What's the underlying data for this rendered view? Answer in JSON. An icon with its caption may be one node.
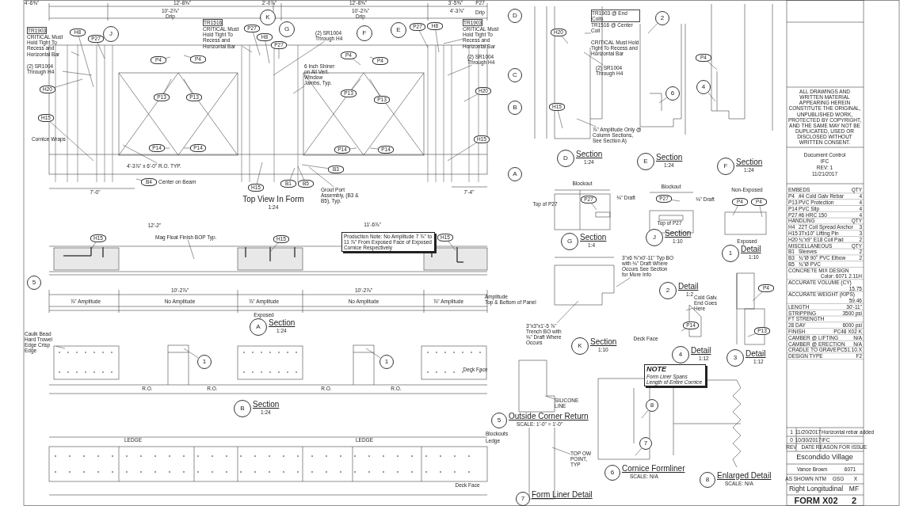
{
  "diagram": {
    "nodes": [
      {
        "text": [
          "J"
        ]
      },
      {
        "text": [
          "K"
        ]
      },
      {
        "text": [
          "G"
        ]
      },
      {
        "text": [
          "F"
        ]
      },
      {
        "text": [
          "E"
        ]
      },
      {
        "text": [
          "D"
        ]
      },
      {
        "text": [
          "C"
        ]
      },
      {
        "text": [
          "B"
        ]
      },
      {
        "text": [
          "A"
        ]
      },
      {
        "text": [
          "H8"
        ]
      },
      {
        "text": [
          "P27"
        ]
      },
      {
        "text": [
          "H20"
        ]
      },
      {
        "text": [
          "H15"
        ]
      },
      {
        "text": [
          "P4"
        ]
      },
      {
        "text": [
          "P4"
        ]
      },
      {
        "text": [
          "P13"
        ]
      },
      {
        "text": [
          "P13"
        ]
      },
      {
        "text": [
          "P14"
        ]
      },
      {
        "text": [
          "P14"
        ]
      },
      {
        "text": [
          "B4"
        ],
        "beside": [
          "Center on Beam"
        ]
      },
      {
        "text": [
          "P27"
        ]
      },
      {
        "text": [
          "H8"
        ]
      },
      {
        "text": [
          "P27"
        ]
      },
      {
        "text": [
          "H15"
        ]
      },
      {
        "text": [
          "B1"
        ]
      },
      {
        "text": [
          "B5"
        ]
      },
      {
        "text": [
          "B3"
        ]
      },
      {
        "text": [
          "P4"
        ]
      },
      {
        "text": [
          "P4"
        ]
      },
      {
        "text": [
          "P13"
        ]
      },
      {
        "text": [
          "P13"
        ]
      },
      {
        "text": [
          "P14"
        ]
      },
      {
        "text": [
          "P14"
        ]
      },
      {
        "text": [
          "P27"
        ]
      },
      {
        "text": [
          "H8"
        ]
      },
      {
        "text": [
          "H20"
        ]
      },
      {
        "text": [
          "H15"
        ]
      },
      {
        "text": [
          "TR1903",
          "CRITICAL Must Hold Tight To Recess and Horizontal Bar"
        ]
      },
      {
        "text": [
          "(2) SR1004 Through H4"
        ]
      },
      {
        "text": [
          "TR1516",
          "CRITICAL Must Hold Tight To Recess and Horizontal Bar"
        ]
      },
      {
        "text": [
          "(2) SR1004 Through H4"
        ]
      },
      {
        "text": [
          "6 Inch Shiner on All Vert. Window Jambs, Typ."
        ]
      },
      {
        "text": [
          "TR1903",
          "CRITICAL Must Hold Tight To Recess and Horizontal Bar"
        ]
      },
      {
        "text": [
          "(2) SR1004 Through H4"
        ]
      },
      {
        "text": [
          "4'-3⅞\" x 6'-0\" R.O. TYP."
        ]
      },
      {
        "text": [
          "Grout Port Assembly, (B3 & B5), Typ."
        ]
      },
      {
        "text": [
          "H15"
        ]
      },
      {
        "text": [
          "H15"
        ]
      },
      {
        "text": [
          "H15"
        ]
      },
      {
        "text": [
          "Production Note: No Amplitude 7 ⅞\" to 11 ⅞\" From Exposed Face of Exposed Cornice Respectively"
        ]
      },
      {
        "text": [
          "Mag Float Finish BOP Typ."
        ]
      },
      {
        "text": [
          "5"
        ]
      },
      {
        "text": [
          "A"
        ],
        "beside": [
          "Section",
          "1:24"
        ]
      },
      {
        "text": [
          "Caulk Bead Hard Trowel Edge Crisp Edge"
        ]
      },
      {
        "text": [
          "1"
        ]
      },
      {
        "text": [
          "1"
        ]
      },
      {
        "text": [
          "B"
        ],
        "beside": [
          "Section",
          "1:24"
        ]
      },
      {
        "text": [
          "H20"
        ]
      },
      {
        "text": [
          "TR1903 @ End Coils",
          "TR1516 @ Center Coil",
          "CRITICAL Must Hold Tight To Recess and Horizontal Bar"
        ]
      },
      {
        "text": [
          "(2) SR1004 Through H4"
        ]
      },
      {
        "text": [
          "H15"
        ]
      },
      {
        "text": [
          "⅞\" Amplitude Only @ Column Sections, See Section A)"
        ]
      },
      {
        "text": [
          "D"
        ],
        "beside": [
          "Section",
          "1:24"
        ]
      },
      {
        "text": [
          "2"
        ]
      },
      {
        "text": [
          "6"
        ]
      },
      {
        "text": [
          "E"
        ],
        "beside": [
          "Section",
          "1:24"
        ]
      },
      {
        "text": [
          "P4"
        ]
      },
      {
        "text": [
          "4"
        ]
      },
      {
        "text": [
          "F"
        ],
        "beside": [
          "Section",
          "1:24"
        ]
      },
      {
        "text": [
          "P27"
        ]
      },
      {
        "text": [
          "G"
        ],
        "beside": [
          "Section",
          "1:4"
        ]
      },
      {
        "text": [
          "P27"
        ]
      },
      {
        "text": [
          "J"
        ],
        "beside": [
          "Section",
          "1:10"
        ]
      },
      {
        "text": [
          "P4"
        ]
      },
      {
        "text": [
          "P4"
        ]
      },
      {
        "text": [
          "1"
        ],
        "beside": [
          "Detail",
          "1:10"
        ]
      },
      {
        "text": [
          "3\"x6 ⅝\"x0'-11\" Typ BO with ⅛\" Draft Where Occurs See Section for More Info"
        ]
      },
      {
        "text": [
          "3\"x3\"x1'-5 ⅞\" Trench BO with ⅛\" Draft Where Occurs"
        ]
      },
      {
        "text": [
          "K"
        ],
        "beside": [
          "Section",
          "1:10"
        ]
      },
      {
        "text": [
          "2"
        ],
        "beside": [
          "Detail",
          "1:2"
        ]
      },
      {
        "text": [
          "Cold Galv. End Goes Here"
        ]
      },
      {
        "text": [
          "P14"
        ]
      },
      {
        "text": [
          "4"
        ],
        "beside": [
          "Detail",
          "1:12"
        ]
      },
      {
        "text": [
          "P4"
        ]
      },
      {
        "text": [
          "P13"
        ]
      },
      {
        "text": [
          "3"
        ],
        "beside": [
          "Detail",
          "1:12"
        ]
      },
      {
        "text": [
          "5"
        ],
        "beside": [
          "Outside Corner Return",
          "SCALE: 1'-0\" = 1'-0\""
        ]
      },
      {
        "text": [
          "SILICONE LINE"
        ]
      },
      {
        "text": [
          "NOTE",
          "Form Liner Spans Length of Entire Cornice"
        ]
      },
      {
        "text": [
          "8"
        ]
      },
      {
        "text": [
          "7"
        ]
      },
      {
        "text": [
          "6"
        ],
        "beside": [
          "Cornice Formliner",
          "SCALE: N/A"
        ]
      },
      {
        "text": [
          "8"
        ],
        "beside": [
          "Enlarged Detail",
          "SCALE: N/A"
        ]
      },
      {
        "text": [
          "TOP OW POINT, TYP"
        ]
      },
      {
        "text": [
          "7"
        ],
        "beside": [
          "Form Liner Detail"
        ]
      }
    ],
    "edges": [
      {
        "from": 9,
        "to": null,
        "arrow": "none"
      },
      {
        "from": 10,
        "to": null,
        "arrow": "none"
      },
      {
        "from": 11,
        "to": null,
        "arrow": "none"
      },
      {
        "from": 12,
        "to": null,
        "arrow": "none"
      },
      {
        "from": 13,
        "to": null,
        "arrow": "none"
      },
      {
        "from": 14,
        "to": null,
        "arrow": "none"
      },
      {
        "from": 15,
        "to": null,
        "arrow": "none"
      },
      {
        "from": 16,
        "to": null,
        "arrow": "none"
      },
      {
        "from": 17,
        "to": null,
        "arrow": "none"
      },
      {
        "from": 18,
        "to": null,
        "arrow": "none"
      },
      {
        "from": 19,
        "to": null,
        "arrow": "none"
      },
      {
        "from": 20,
        "to": null,
        "arrow": "none"
      },
      {
        "from": 21,
        "to": null,
        "arrow": "none"
      },
      {
        "from": 22,
        "to": null,
        "arrow": "none"
      },
      {
        "from": 23,
        "to": null,
        "arrow": "none"
      },
      {
        "from": 24,
        "to": null,
        "arrow": "none"
      },
      {
        "from": 25,
        "to": null,
        "arrow": "none"
      },
      {
        "from": 26,
        "to": null,
        "arrow": "none"
      },
      {
        "from": 27,
        "to": null,
        "arrow": "none"
      },
      {
        "from": 28,
        "to": null,
        "arrow": "none"
      },
      {
        "from": 29,
        "to": null,
        "arrow": "none"
      },
      {
        "from": 30,
        "to": null,
        "arrow": "none"
      },
      {
        "from": 31,
        "to": null,
        "arrow": "none"
      },
      {
        "from": 32,
        "to": null,
        "arrow": "none"
      },
      {
        "from": 33,
        "to": null,
        "arrow": "none"
      },
      {
        "from": 34,
        "to": null,
        "arrow": "none"
      },
      {
        "from": 35,
        "to": null,
        "arrow": "none"
      },
      {
        "from": 36,
        "to": null,
        "arrow": "none"
      },
      {
        "from": 37,
        "to": null,
        "arrow": "none"
      },
      {
        "from": 38,
        "to": null,
        "arrow": "none"
      },
      {
        "from": 39,
        "to": null,
        "arrow": "none"
      },
      {
        "from": 40,
        "to": null,
        "arrow": "none"
      },
      {
        "from": 41,
        "to": null,
        "arrow": "none"
      },
      {
        "from": 42,
        "to": null,
        "arrow": "none"
      },
      {
        "from": 43,
        "to": null,
        "arrow": "none"
      },
      {
        "from": 44,
        "to": null,
        "arrow": "none"
      },
      {
        "from": 45,
        "to": null,
        "arrow": "none"
      },
      {
        "from": 46,
        "to": null,
        "arrow": "none"
      },
      {
        "from": 47,
        "to": null,
        "arrow": "none"
      },
      {
        "from": 48,
        "to": null,
        "arrow": "none"
      },
      {
        "from": 50,
        "to": null,
        "arrow": "none"
      },
      {
        "from": 53,
        "to": null,
        "arrow": "none"
      },
      {
        "from": 54,
        "to": null,
        "arrow": "none"
      },
      {
        "from": 55,
        "to": null,
        "arrow": "none"
      },
      {
        "from": 57,
        "to": null,
        "arrow": "none"
      },
      {
        "from": 58,
        "to": null,
        "arrow": "none"
      },
      {
        "from": 59,
        "to": null,
        "arrow": "none"
      },
      {
        "from": 60,
        "to": null,
        "arrow": "none"
      },
      {
        "from": 61,
        "to": null,
        "arrow": "none"
      },
      {
        "from": 63,
        "to": null,
        "arrow": "none"
      },
      {
        "from": 64,
        "to": null,
        "arrow": "none"
      },
      {
        "from": 66,
        "to": null,
        "arrow": "none"
      },
      {
        "from": 67,
        "to": null,
        "arrow": "none"
      },
      {
        "from": 69,
        "to": null,
        "arrow": "none"
      },
      {
        "from": 71,
        "to": null,
        "arrow": "none"
      },
      {
        "from": 73,
        "to": null,
        "arrow": "none"
      },
      {
        "from": 74,
        "to": null,
        "arrow": "none"
      },
      {
        "from": 76,
        "to": null,
        "arrow": "none"
      },
      {
        "from": 77,
        "to": null,
        "arrow": "none"
      },
      {
        "from": 80,
        "to": null,
        "arrow": "none"
      },
      {
        "from": 81,
        "to": null,
        "arrow": "none"
      },
      {
        "from": 83,
        "to": null,
        "arrow": "none"
      },
      {
        "from": 84,
        "to": null,
        "arrow": "none"
      },
      {
        "from": 87,
        "to": null,
        "arrow": "none"
      },
      {
        "from": 89,
        "to": null,
        "arrow": "none"
      },
      {
        "from": 90,
        "to": null,
        "arrow": "none"
      },
      {
        "from": 93,
        "to": null,
        "arrow": "none"
      }
    ],
    "labels": [
      "4'-6⅝\"",
      "12'-8⅝\"",
      "2'-0⅞\"",
      "12'-8⅝\"",
      "3'-5⅝\"",
      "P27",
      "10'-2⅞\"",
      "Drip",
      "10'-2⅞\"",
      "Drip",
      "4'-3⅞\"",
      "Drip",
      "Cornice Wraps",
      "7'-0\"",
      "7'-4\"",
      "Top View In Form",
      "1:24",
      "12'-2\"",
      "11'-6⅞\"",
      "10'-2⅞\"",
      "10'-2⅞\"",
      "⅞\" Amplitude",
      "No Amplitude",
      "⅞\" Amplitude",
      "No Amplitude",
      "⅞\" Amplitude",
      "Amplitude",
      "Top & Bottom of Panel",
      "Exposed",
      "R.O.",
      "R.O.",
      "R.O.",
      "R.O.",
      "Deck Face",
      "LEDGE",
      "LEDGE",
      "Blockouts",
      "Ledge",
      "Deck Face",
      "Blockout",
      "Top of P27",
      "⅛\" Draft",
      "Blockout",
      "Top of P27",
      "⅛\" Draft",
      "Non-Exposed",
      "Exposed",
      "Deck Face",
      "Document Control",
      "IFC",
      "REV: 1",
      "11/21/2017",
      "ALL DRAWINGS AND WRITTEN MATERIAL APPEARING HEREIN CONSTITUTE THE ORIGINAL, UNPUBLISHED WORK, PROTECTED BY COPYRIGHT, AND THE SAME MAY NOT BE DUPLICATED, USED OR DISCLOSED WITHOUT WRITTEN CONSENT.",
      "EMBEDS",
      "QTY",
      "P4",
      "#4 Cold Galv Rebar",
      "4",
      "P13",
      "PVC Protection",
      "4",
      "P14",
      "PVC Slip",
      "4",
      "P27",
      "#6 HRC 150",
      "4",
      "HANDLING",
      "QTY",
      "H4",
      "22T Coil Spread Anchor",
      "3",
      "H15",
      "3Tx10\" Lifting Pin",
      "3",
      "H20",
      "¾\"x9\" E18 Coil Pad",
      "2",
      "MISCELLANEOUS",
      "QTY",
      "B1",
      "Sleeves",
      "2",
      "B3",
      "¾\"Ø 90° PVC Elbow",
      "2",
      "B5",
      "¾\"Ø PVC",
      "CONCRETE MIX DESIGN",
      "Color: 6071 2.11H",
      "ACCURATE VOLUME (CY)",
      "15.75",
      "ACCURATE WEIGHT (KIPS)",
      "59.46",
      "LENGTH",
      "30'-11\"",
      "STRIPPING",
      "3500 psi",
      "FT STRENGTH",
      "28 DAY",
      "6000 psi",
      "FINISH",
      "PC48 X02 K",
      "CAMBER @ LIFTING",
      "N/A",
      "CAMBER @ ERECTION",
      "N/A",
      "CRADLE TO GRAVE",
      "PC51.10.X",
      "DESIGN TYPE",
      "F2",
      "1",
      "11/20/2017",
      "Horizontal rebar added",
      "0",
      "10/30/2017",
      "IFC",
      "REV",
      "DATE",
      "REASON FOR ISSUE",
      "Escondido Village",
      "Vance Brown",
      "6071",
      "AS SHOWN",
      "NTM",
      "GSG",
      "X",
      "Right Longitudinal",
      "MF",
      "FORM X02",
      "2"
    ]
  }
}
